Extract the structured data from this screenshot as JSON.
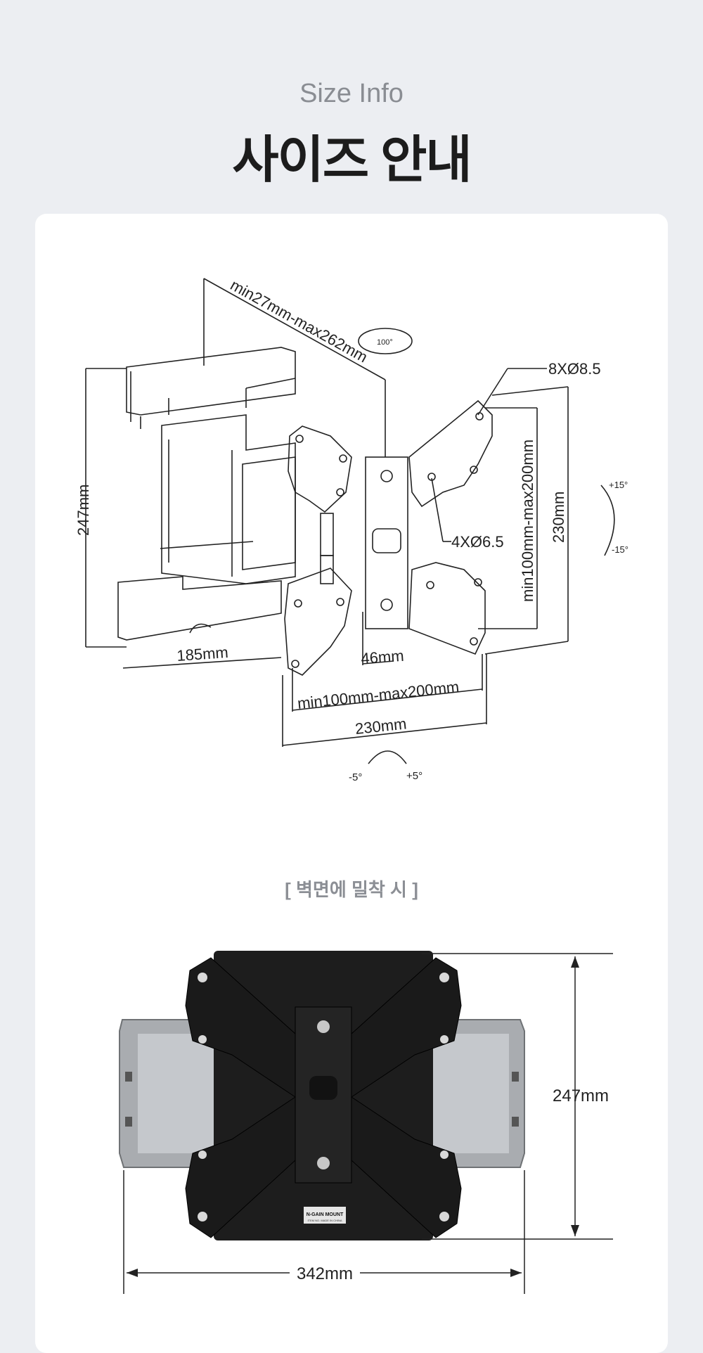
{
  "header": {
    "subtitle": "Size Info",
    "title": "사이즈 안내"
  },
  "diagram": {
    "depth_label": "min27mm-max262mm",
    "rotation_label": "100°",
    "large_hole_label": "8XØ8.5",
    "small_hole_label": "4XØ6.5",
    "height_label": "247mm",
    "arm_width_label": "185mm",
    "plate_width_label": "46mm",
    "vesa_h_label": "min100mm-max200mm",
    "vesa_v_label": "min100mm-max200mm",
    "plate_h_label": "230mm",
    "plate_v_label": "230mm",
    "tilt_up_label": "+15°",
    "tilt_down_label": "-15°",
    "swivel_left_label": "-5°",
    "swivel_right_label": "+5°"
  },
  "caption": "[ 벽면에 밀착 시 ]",
  "photo": {
    "brand_label": "N-GAIN MOUNT",
    "brand_sub": "ITEM NO. MADE IN CHINA",
    "height_label": "247mm",
    "width_label": "342mm"
  }
}
